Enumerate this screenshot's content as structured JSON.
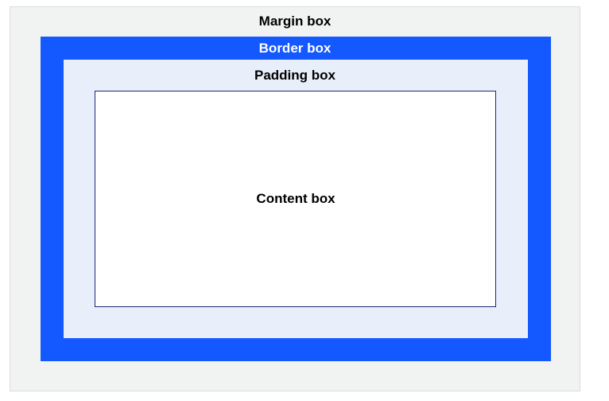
{
  "labels": {
    "margin": "Margin box",
    "border": "Border box",
    "padding": "Padding box",
    "content": "Content box"
  },
  "colors": {
    "margin_fill": "#f1f3f2",
    "border_fill": "#1459ff",
    "padding_fill": "#e8effa",
    "content_fill": "#ffffff",
    "content_outline": "#1c2a6e"
  }
}
